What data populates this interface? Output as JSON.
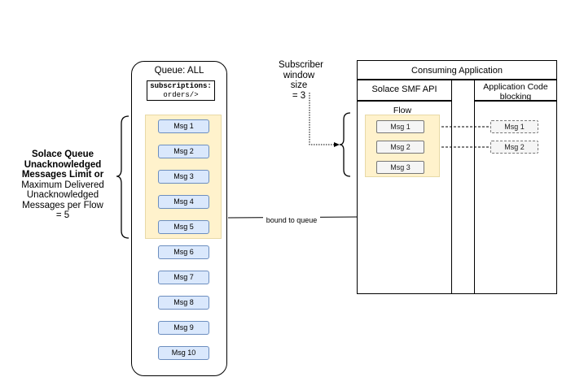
{
  "queue": {
    "title": "Queue: ALL",
    "subscriptions_label": "subscriptions:",
    "subscriptions_value": "orders/>",
    "messages": [
      "Msg 1",
      "Msg 2",
      "Msg 3",
      "Msg 4",
      "Msg 5",
      "Msg 6",
      "Msg 7",
      "Msg 8",
      "Msg 9",
      "Msg 10"
    ]
  },
  "limit_label": {
    "bold_lines": [
      "Solace Queue",
      "Unacknowledged",
      "Messages Limit or"
    ],
    "normal_lines": [
      "Maximum Delivered",
      "Unacknowledged",
      "Messages per Flow",
      "= 5"
    ]
  },
  "subscriber_window": {
    "lines": [
      "Subscriber",
      "window size",
      "= 3"
    ]
  },
  "consuming_app": {
    "title": "Consuming Application",
    "smf_title": "Solace SMF API",
    "flow_title": "Flow",
    "flow_messages": [
      "Msg 1",
      "Msg 2",
      "Msg 3"
    ],
    "code_title_lines": [
      "Application Code",
      "blocking"
    ],
    "code_messages": [
      "Msg 1",
      "Msg 2"
    ]
  },
  "connector": {
    "label": "bound to queue"
  },
  "colors": {
    "unacked_fill": "#fff2cc",
    "msg_blue_fill": "#dae8fc",
    "msg_blue_stroke": "#6c8ebf",
    "msg_gray_fill": "#f5f5f5"
  }
}
